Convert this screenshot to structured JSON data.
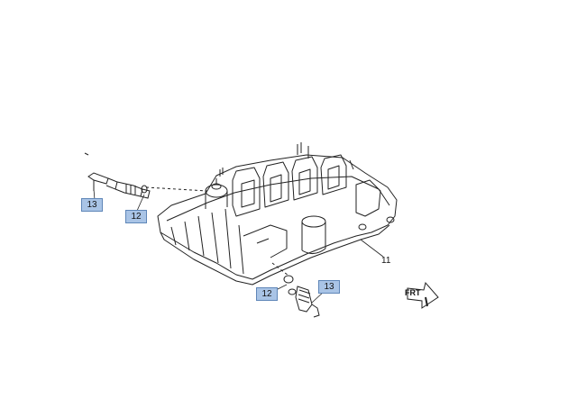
{
  "diagram": {
    "callouts": [
      {
        "id": "c13a",
        "label": "13",
        "style": "box"
      },
      {
        "id": "c12a",
        "label": "12",
        "style": "box"
      },
      {
        "id": "c11",
        "label": "11",
        "style": "plain"
      },
      {
        "id": "c12b",
        "label": "12",
        "style": "box"
      },
      {
        "id": "c13b",
        "label": "13",
        "style": "box"
      }
    ],
    "direction_indicator": {
      "label": "FRT"
    },
    "colors": {
      "callout_fill": "#a9c4e6",
      "callout_border": "#5f86b8",
      "linework": "#222222"
    }
  }
}
